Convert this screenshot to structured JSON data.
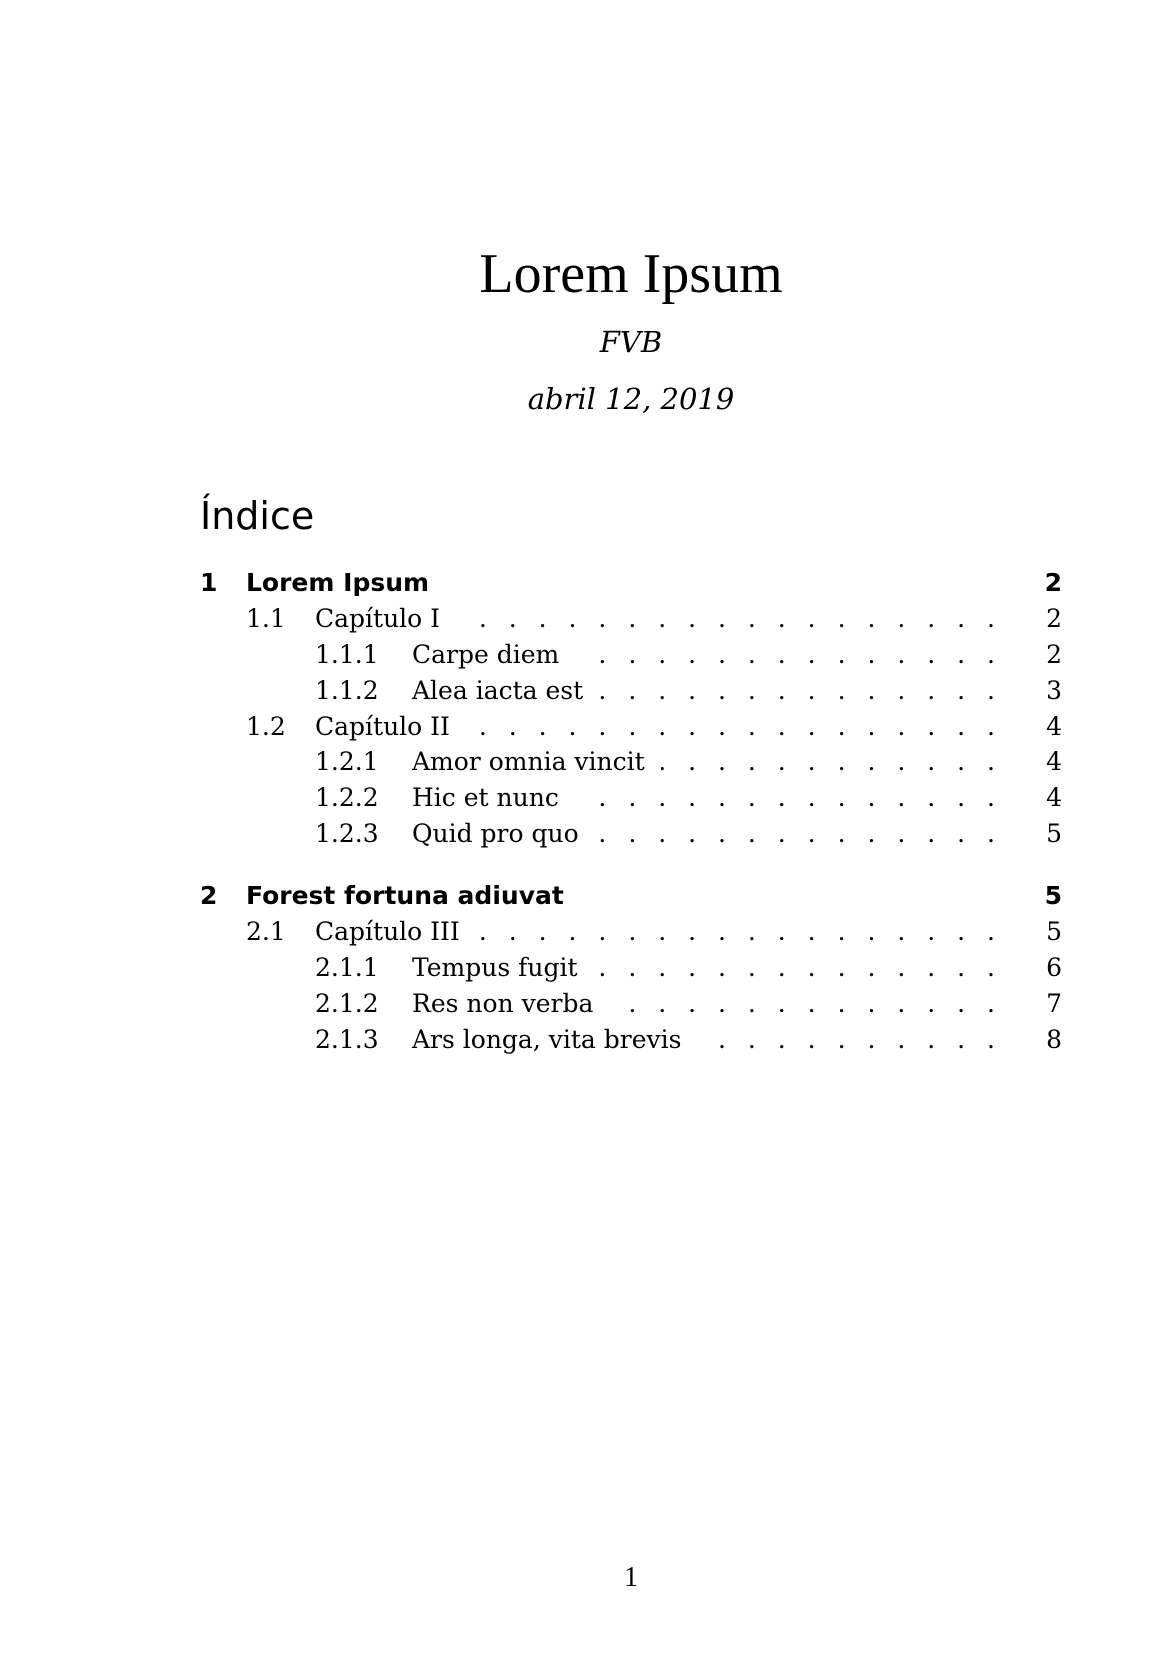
{
  "document": {
    "title": "Lorem Ipsum",
    "author": "FVB",
    "date": "abril 12, 2019",
    "toc_heading": "Índice",
    "page_number": "1"
  },
  "toc": [
    {
      "level": 1,
      "num": "1",
      "label": "Lorem Ipsum",
      "page": "2"
    },
    {
      "level": 2,
      "num": "1.1",
      "label": "Capítulo I",
      "page": "2"
    },
    {
      "level": 3,
      "num": "1.1.1",
      "label": "Carpe diem",
      "page": "2"
    },
    {
      "level": 3,
      "num": "1.1.2",
      "label": "Alea iacta est",
      "page": "3"
    },
    {
      "level": 2,
      "num": "1.2",
      "label": "Capítulo II",
      "page": "4"
    },
    {
      "level": 3,
      "num": "1.2.1",
      "label": "Amor omnia vincit",
      "page": "4"
    },
    {
      "level": 3,
      "num": "1.2.2",
      "label": "Hic et nunc",
      "page": "4"
    },
    {
      "level": 3,
      "num": "1.2.3",
      "label": "Quid pro quo",
      "page": "5"
    },
    {
      "level": 1,
      "num": "2",
      "label": "Forest fortuna adiuvat",
      "page": "5"
    },
    {
      "level": 2,
      "num": "2.1",
      "label": "Capítulo III",
      "page": "5"
    },
    {
      "level": 3,
      "num": "2.1.1",
      "label": "Tempus fugit",
      "page": "6"
    },
    {
      "level": 3,
      "num": "2.1.2",
      "label": "Res non verba",
      "page": "7"
    },
    {
      "level": 3,
      "num": "2.1.3",
      "label": "Ars longa, vita brevis",
      "page": "8"
    }
  ]
}
